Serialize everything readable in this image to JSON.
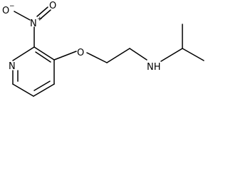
{
  "molecule": {
    "atoms": {
      "nitro_oxygen_minus": "O",
      "nitro_oxygen_minus_charge": "−",
      "nitro_nitrogen": "N",
      "nitro_nitrogen_charge": "+",
      "nitro_oxygen_double": "O",
      "ring_nitrogen": "N",
      "ether_oxygen": "O",
      "amine_nh": "NH"
    }
  }
}
